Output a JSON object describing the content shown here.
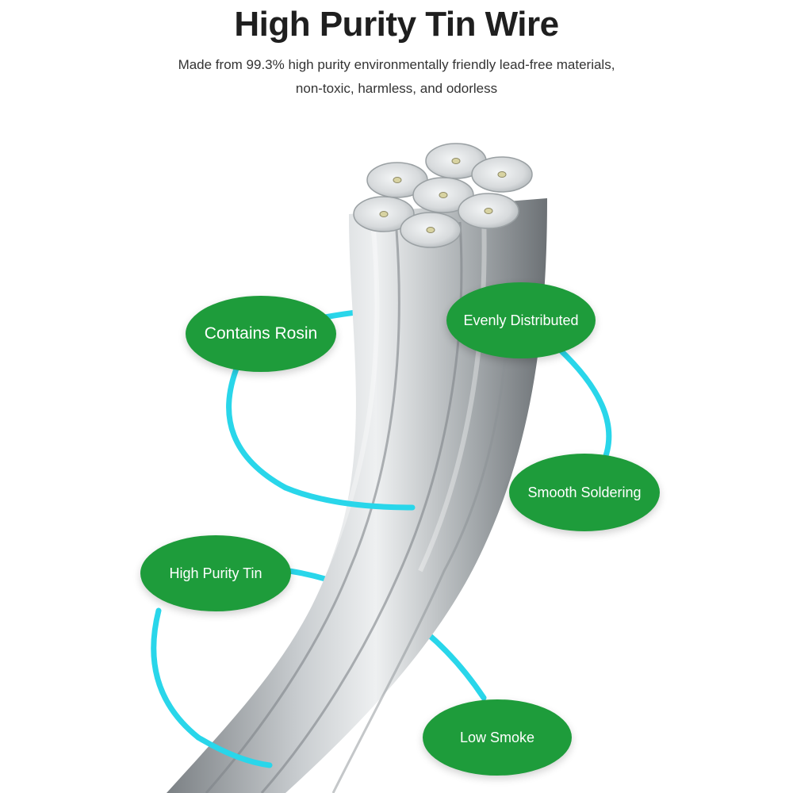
{
  "header": {
    "title": "High Purity Tin Wire",
    "subtitle_line1": "Made from 99.3% high purity environmentally friendly lead-free materials,",
    "subtitle_line2": "non-toxic, harmless, and odorless"
  },
  "features": [
    {
      "label": "Contains Rosin"
    },
    {
      "label": "Evenly Distributed"
    },
    {
      "label": "Smooth Soldering"
    },
    {
      "label": "High Purity Tin"
    },
    {
      "label": "Low Smoke"
    }
  ],
  "colors": {
    "badge_green": "#1e9c3b",
    "ring_cyan": "#29d6ea",
    "wire_light": "#d9dcdd",
    "wire_mid": "#a9aeb1",
    "wire_dark": "#6f7478"
  }
}
